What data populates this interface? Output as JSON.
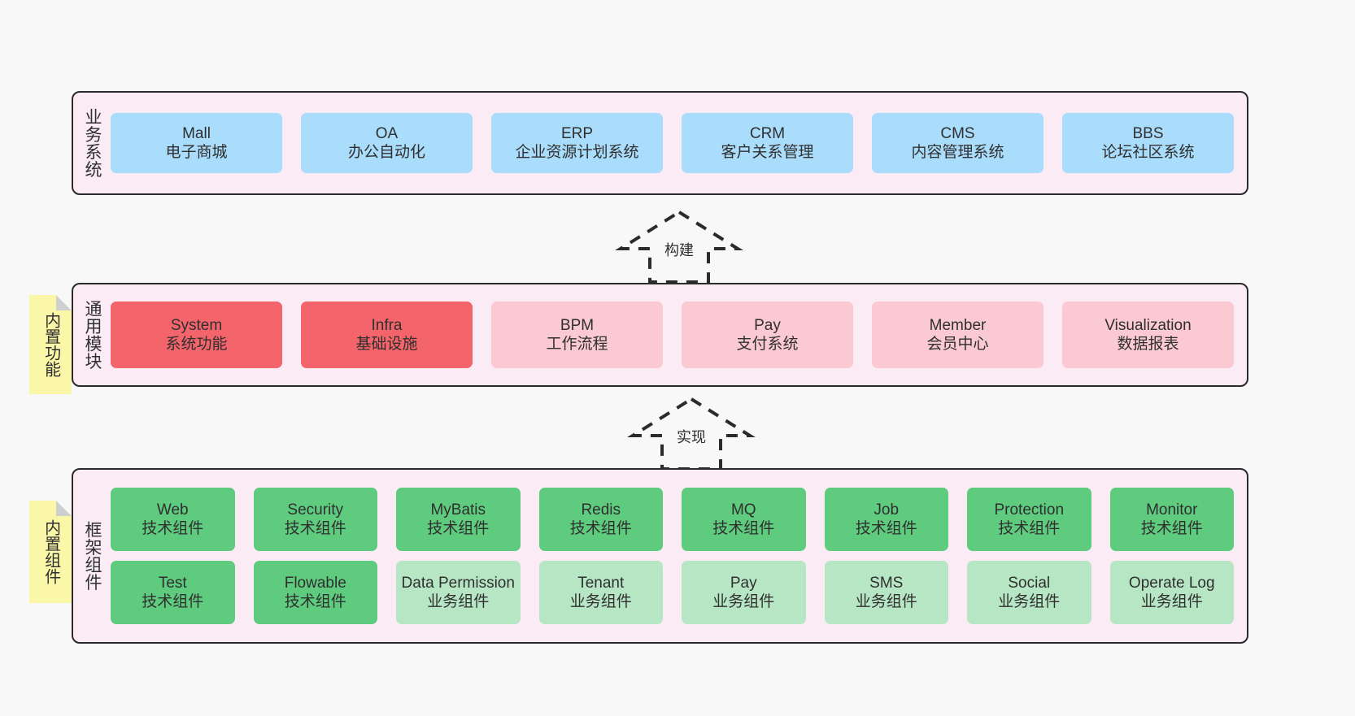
{
  "diagram": {
    "background_color": "#f8f8f8",
    "layer_fill": "#faebf4",
    "layer_border": "#2b2b2b"
  },
  "layers": [
    {
      "id": "business",
      "title": "业务系统",
      "card_color": "#aadcfb",
      "rows": [
        [
          {
            "en": "Mall",
            "cn": "电子商城",
            "style": "blue"
          },
          {
            "en": "OA",
            "cn": "办公自动化",
            "style": "blue"
          },
          {
            "en": "ERP",
            "cn": "企业资源计划系统",
            "style": "blue"
          },
          {
            "en": "CRM",
            "cn": "客户关系管理",
            "style": "blue"
          },
          {
            "en": "CMS",
            "cn": "内容管理系统",
            "style": "blue"
          },
          {
            "en": "BBS",
            "cn": "论坛社区系统",
            "style": "blue"
          }
        ]
      ]
    },
    {
      "id": "modules",
      "title": "通用模块",
      "note": "内置功能",
      "card_color_strong": "#f4646b",
      "card_color_soft": "#fbc9d2",
      "rows": [
        [
          {
            "en": "System",
            "cn": "系统功能",
            "style": "red-strong"
          },
          {
            "en": "Infra",
            "cn": "基础设施",
            "style": "red-strong"
          },
          {
            "en": "BPM",
            "cn": "工作流程",
            "style": "red-soft"
          },
          {
            "en": "Pay",
            "cn": "支付系统",
            "style": "red-soft"
          },
          {
            "en": "Member",
            "cn": "会员中心",
            "style": "red-soft"
          },
          {
            "en": "Visualization",
            "cn": "数据报表",
            "style": "red-soft"
          }
        ]
      ]
    },
    {
      "id": "framework",
      "title": "框架组件",
      "note": "内置组件",
      "card_color_strong": "#5fcb7e",
      "card_color_soft": "#b7e6c4",
      "rows": [
        [
          {
            "en": "Web",
            "cn": "技术组件",
            "style": "green-strong"
          },
          {
            "en": "Security",
            "cn": "技术组件",
            "style": "green-strong"
          },
          {
            "en": "MyBatis",
            "cn": "技术组件",
            "style": "green-strong"
          },
          {
            "en": "Redis",
            "cn": "技术组件",
            "style": "green-strong"
          },
          {
            "en": "MQ",
            "cn": "技术组件",
            "style": "green-strong"
          },
          {
            "en": "Job",
            "cn": "技术组件",
            "style": "green-strong"
          },
          {
            "en": "Protection",
            "cn": "技术组件",
            "style": "green-strong"
          },
          {
            "en": "Monitor",
            "cn": "技术组件",
            "style": "green-strong"
          }
        ],
        [
          {
            "en": "Test",
            "cn": "技术组件",
            "style": "green-strong"
          },
          {
            "en": "Flowable",
            "cn": "技术组件",
            "style": "green-strong"
          },
          {
            "en": "Data Permission",
            "cn": "业务组件",
            "style": "green-soft"
          },
          {
            "en": "Tenant",
            "cn": "业务组件",
            "style": "green-soft"
          },
          {
            "en": "Pay",
            "cn": "业务组件",
            "style": "green-soft"
          },
          {
            "en": "SMS",
            "cn": "业务组件",
            "style": "green-soft"
          },
          {
            "en": "Social",
            "cn": "业务组件",
            "style": "green-soft"
          },
          {
            "en": "Operate Log",
            "cn": "业务组件",
            "style": "green-soft"
          }
        ]
      ]
    }
  ],
  "connectors": [
    {
      "id": "build",
      "label": "构建",
      "style": "dashed-hollow-arrow-up"
    },
    {
      "id": "impl",
      "label": "实现",
      "style": "dashed-hollow-arrow-up"
    }
  ]
}
